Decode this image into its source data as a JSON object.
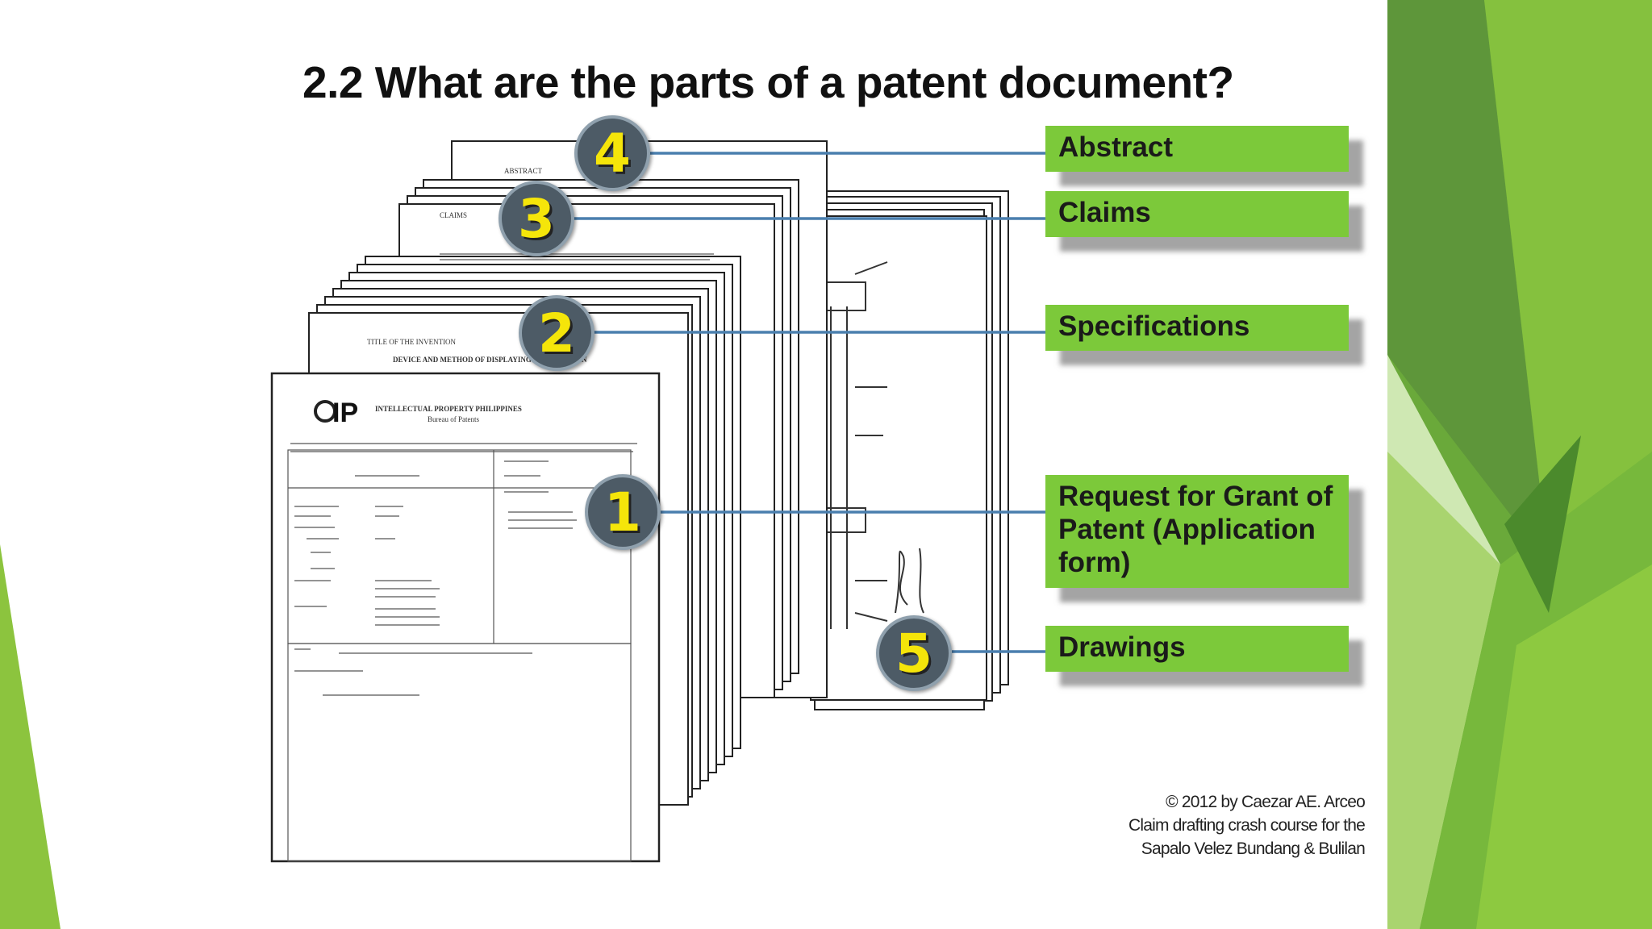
{
  "slide": {
    "title": "2.2 What are the parts of a patent document?",
    "brand_green": "#7cc93a",
    "badge_number_color": "#f5e50a"
  },
  "parts": [
    {
      "number": "4",
      "label": "Abstract"
    },
    {
      "number": "3",
      "label": "Claims"
    },
    {
      "number": "2",
      "label": "Specifications"
    },
    {
      "number": "1",
      "label": "Request for Grant of Patent (Application form)"
    },
    {
      "number": "5",
      "label": "Drawings"
    }
  ],
  "document": {
    "header_org": "INTELLECTUAL PROPERTY PHILIPPINES",
    "header_bureau": "Bureau of Patents",
    "logo_text": "IP",
    "abstract_heading": "ABSTRACT",
    "claims_heading": "CLAIMS",
    "title_of_invention_heading": "TITLE OF THE INVENTION",
    "invention_title": "DEVICE AND METHOD OF DISPLAYING INFORMATION"
  },
  "credit": {
    "line1": "© 2012 by Caezar AE. Arceo",
    "line2": "Claim drafting crash course for the",
    "line3": "Sapalo Velez Bundang & Bulilan"
  }
}
